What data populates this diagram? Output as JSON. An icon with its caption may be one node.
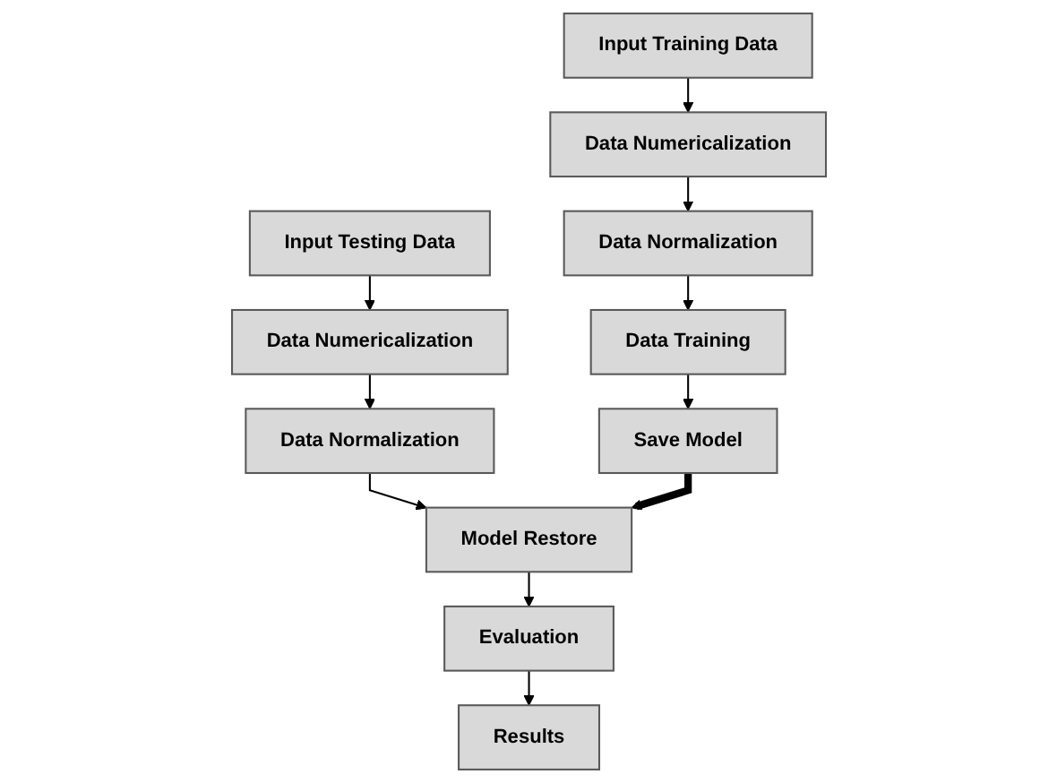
{
  "diagram": {
    "nodes": [
      {
        "text": [
          "Input Training Data"
        ]
      },
      {
        "text": [
          "Data Numericalization"
        ]
      },
      {
        "text": [
          "Data Normalization"
        ]
      },
      {
        "text": [
          "Data Training"
        ]
      },
      {
        "text": [
          "Save Model"
        ]
      },
      {
        "text": [
          "Input Testing Data"
        ]
      },
      {
        "text": [
          "Data Numericalization"
        ]
      },
      {
        "text": [
          "Data Normalization"
        ]
      },
      {
        "text": [
          "Model Restore"
        ]
      },
      {
        "text": [
          "Evaluation"
        ]
      },
      {
        "text": [
          "Results"
        ]
      }
    ],
    "edges": [
      {
        "from": 0,
        "to": 1,
        "arrow": "to"
      },
      {
        "from": 1,
        "to": 2,
        "arrow": "to"
      },
      {
        "from": 2,
        "to": 3,
        "arrow": "to"
      },
      {
        "from": 3,
        "to": 4,
        "arrow": "to"
      },
      {
        "from": 5,
        "to": 6,
        "arrow": "to"
      },
      {
        "from": 6,
        "to": 7,
        "arrow": "to"
      },
      {
        "from": 7,
        "to": 8,
        "arrow": "to"
      },
      {
        "from": 8,
        "to": 9,
        "arrow": "to"
      },
      {
        "from": 9,
        "to": 10,
        "arrow": "to"
      },
      {
        "from": 4,
        "to": 8,
        "arrow": "to",
        "style": "thick"
      }
    ]
  }
}
